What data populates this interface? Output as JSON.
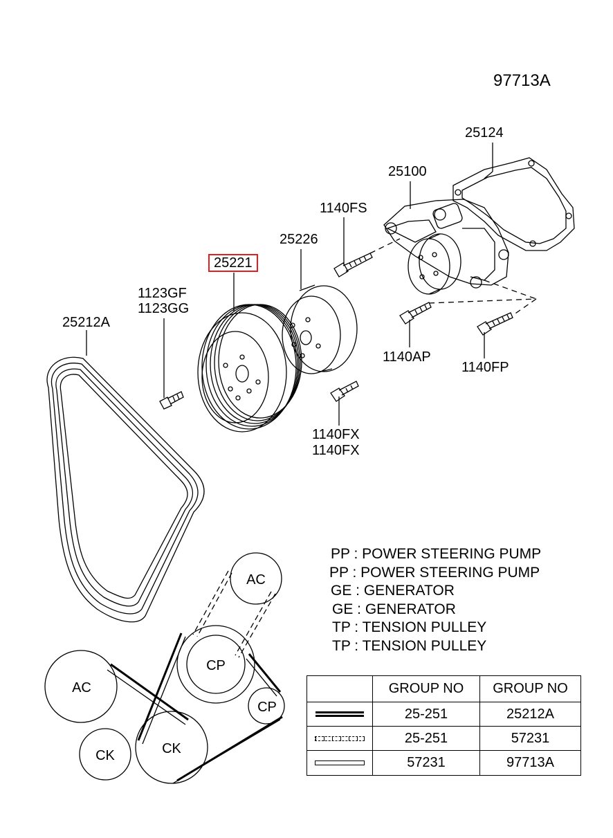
{
  "diagram_id": "97713A",
  "callouts": {
    "water_pump_gasket": "25124",
    "water_pump_assembly": "25100",
    "bolt_upper": "1140FS",
    "pulley_flange": "25226",
    "water_pump_pulley": "25221",
    "bolt_pulley_a": "1123GF",
    "bolt_pulley_b": "1123GG",
    "drive_belt": "25212A",
    "bolt_right_a": "1140AP",
    "bolt_right_b": "1140FP",
    "bolt_lower_a": "1140FX",
    "bolt_lower_b": "1140FX"
  },
  "pulleys": {
    "ac_upper": "AC",
    "cp_upper": "CP",
    "cp_small": "CP",
    "ac_lower": "AC",
    "ck_small": "CK",
    "ck_large": "CK"
  },
  "legend": [
    "PP : POWER STEERING PUMP",
    "PP : POWER STEERING PUMP",
    "GE : GENERATOR",
    "GE : GENERATOR",
    "TP : TENSION PULLEY",
    "TP : TENSION PULLEY"
  ],
  "group_table": {
    "headers": [
      "",
      "GROUP NO",
      "GROUP NO"
    ],
    "rows": [
      {
        "line_style": "solid-double",
        "col1": "25-251",
        "col2": "25212A"
      },
      {
        "line_style": "dashed",
        "col1": "25-251",
        "col2": "57231"
      },
      {
        "line_style": "open",
        "col1": "57231",
        "col2": "97713A"
      }
    ]
  }
}
